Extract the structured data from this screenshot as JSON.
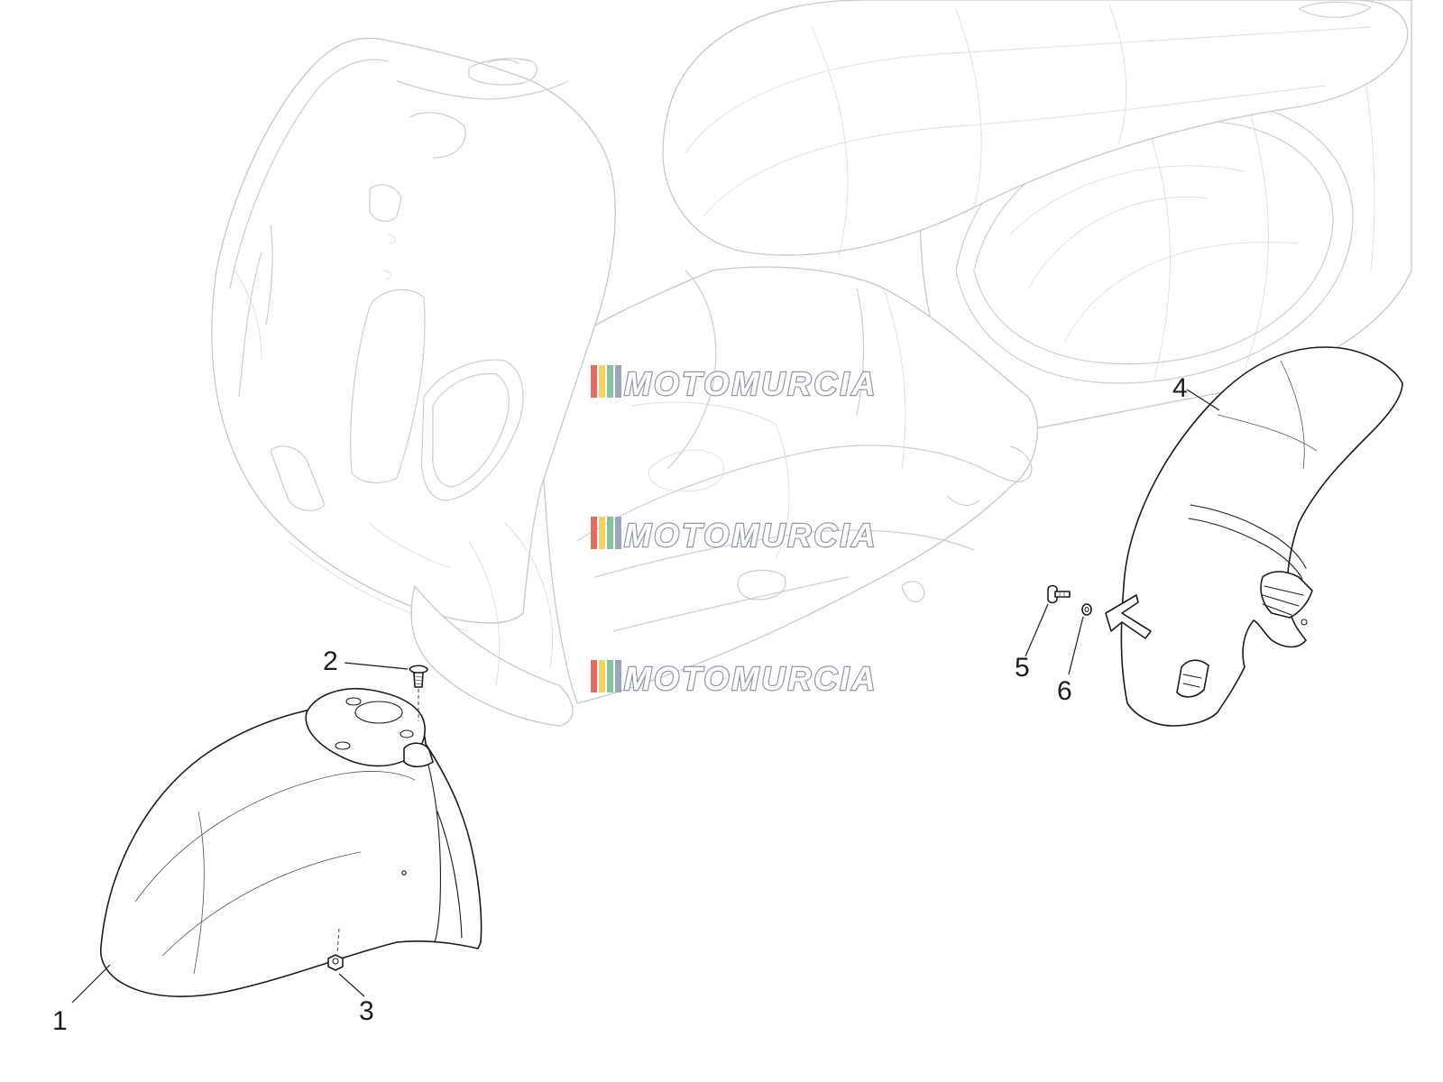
{
  "diagram": {
    "callouts": [
      {
        "id": "1",
        "label": "1"
      },
      {
        "id": "2",
        "label": "2"
      },
      {
        "id": "3",
        "label": "3"
      },
      {
        "id": "4",
        "label": "4"
      },
      {
        "id": "5",
        "label": "5"
      },
      {
        "id": "6",
        "label": "6"
      }
    ],
    "watermark": {
      "text": "MOTOMURCIA",
      "stripe_colors": [
        "#e56a5e",
        "#f2d45c",
        "#7fc49a",
        "#9aa5b5"
      ]
    }
  }
}
